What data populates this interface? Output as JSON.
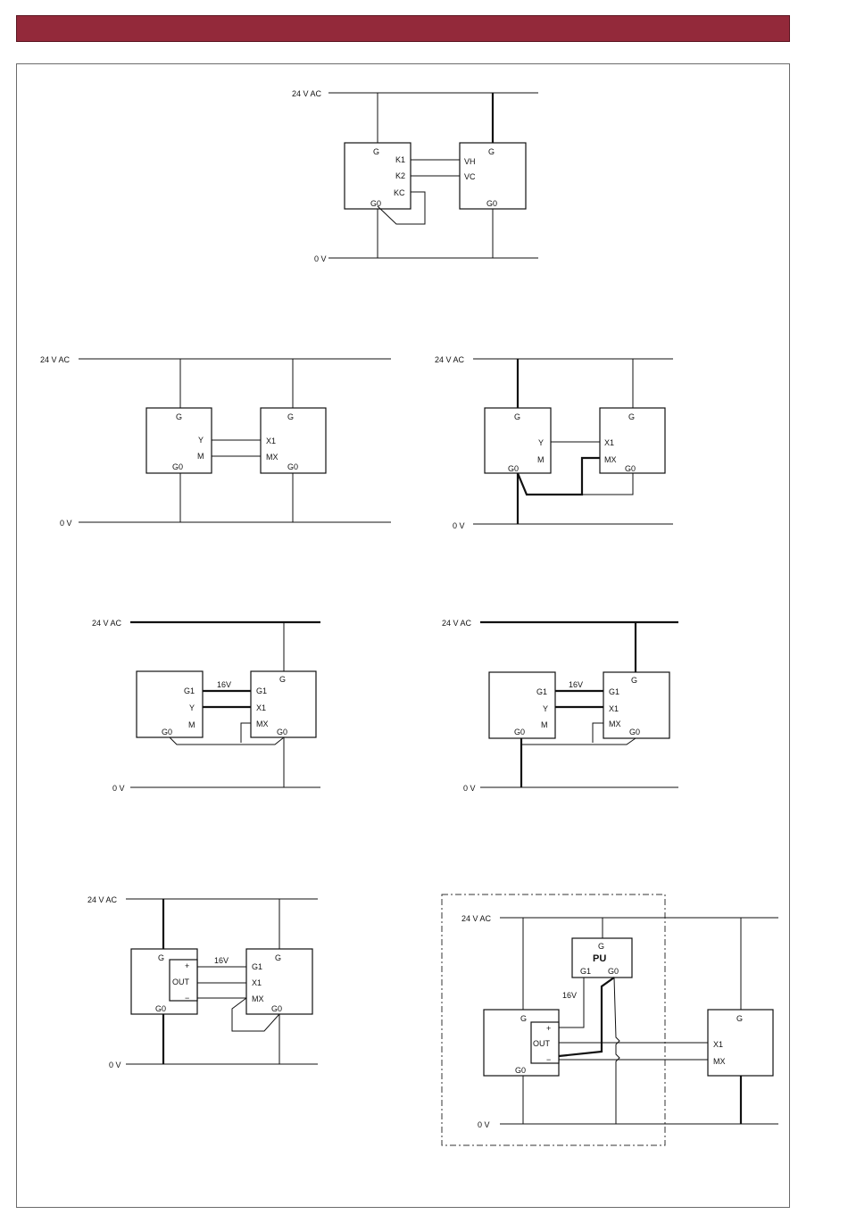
{
  "colors": {
    "header": "#93293a",
    "line": "#111111",
    "frame": "#6b6b6b"
  },
  "labels": {
    "supply": "24 V AC",
    "zero": "0 V",
    "g": "G",
    "g0": "G0",
    "g1": "G1",
    "k1": "K1",
    "k2": "K2",
    "kc": "KC",
    "vh": "VH",
    "vc": "VC",
    "y": "Y",
    "m": "M",
    "x1": "X1",
    "mx": "MX",
    "v16": "16V",
    "plus": "+",
    "out": "OUT",
    "minus": "−",
    "pu": "PU"
  }
}
